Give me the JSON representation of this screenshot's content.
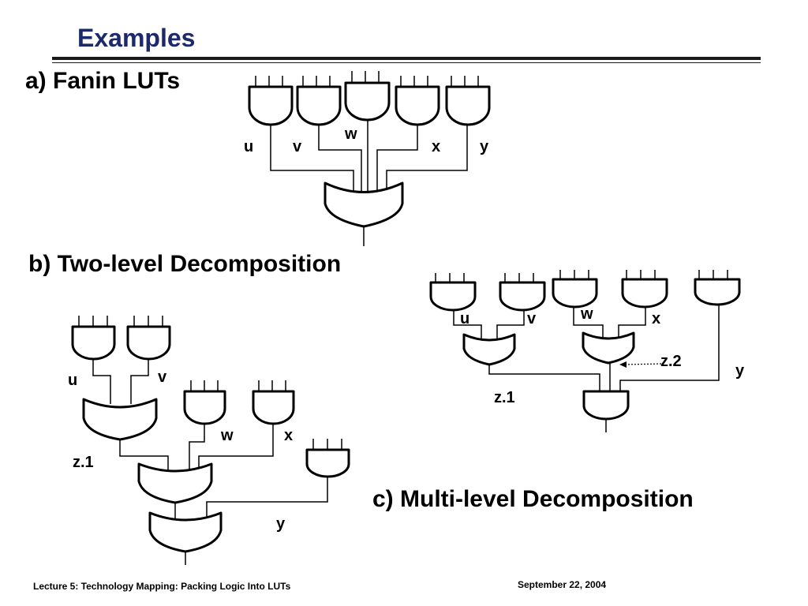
{
  "slide": {
    "title": "Examples",
    "heading_a": "a) Fanin LUTs",
    "heading_b": "b) Two-level Decomposition",
    "heading_c": "c) Multi-level Decomposition"
  },
  "diagram_a": {
    "labels": [
      "u",
      "v",
      "w",
      "x",
      "y"
    ]
  },
  "diagram_b": {
    "labels": [
      "u",
      "v",
      "w",
      "x",
      "z.1",
      "y"
    ]
  },
  "diagram_c": {
    "labels": [
      "u",
      "v",
      "w",
      "x",
      "z.2",
      "y",
      "z.1"
    ]
  },
  "footer": {
    "left": "Lecture 5: Technology Mapping: Packing Logic Into LUTs",
    "right": "September 22, 2004"
  }
}
